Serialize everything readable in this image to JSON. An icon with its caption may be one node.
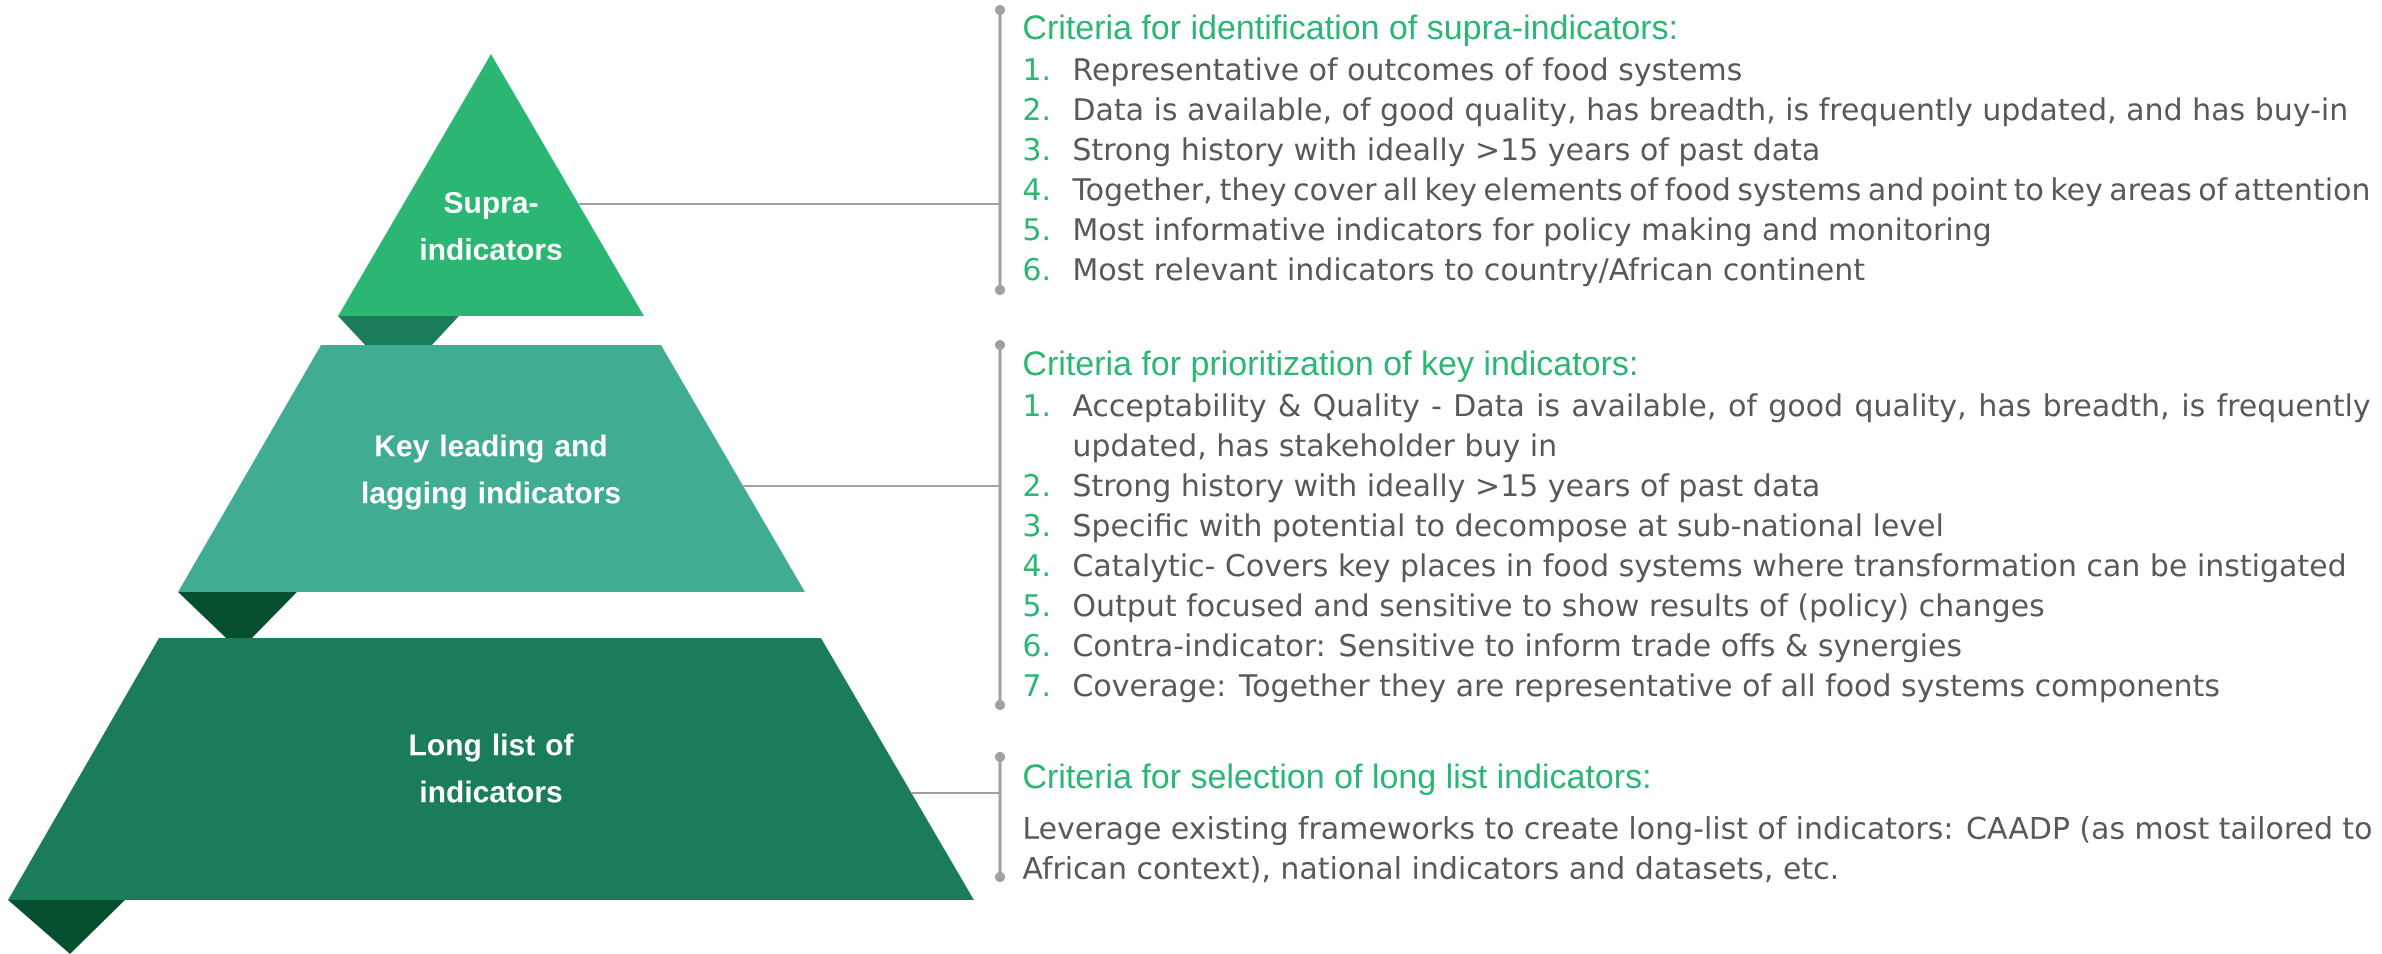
{
  "diagram": {
    "nodes": [
      {
        "text": [
          "Supra- indicators"
        ]
      },
      {
        "text": [
          "Key leading and lagging indicators"
        ]
      },
      {
        "text": [
          "Long list of indicators"
        ]
      },
      {
        "text": [
          "Criteria for identification of supra-indicators:",
          "1.",
          "Representative of outcomes of food systems",
          "2.",
          "Data is available, of good quality, has breadth, is frequently updated, and has buy-in",
          "3.",
          "Strong history with ideally >15 years of past data",
          "4.",
          "Together, they cover all key elements of food systems and point to key areas of attention",
          "5.",
          "Most informative indicators for policy making and monitoring",
          "6.",
          "Most relevant indicators to country/African continent"
        ]
      },
      {
        "text": [
          "Criteria for prioritization of key indicators:",
          "1.",
          "Acceptability & Quality - Data is available, of good quality, has breadth, is frequently updated, has stakeholder buy in",
          "2.",
          "Strong history with ideally >15 years of past data",
          "3.",
          "Specific with potential to decompose at sub-national level",
          "4.",
          "Catalytic- Covers key places in food systems where transformation can be instigated",
          "5.",
          "Output focused and sensitive to show results of (policy) changes",
          "6.",
          "Contra-indicator: Sensitive to inform trade offs & synergies",
          "7.",
          "Coverage: Together they are representative of all food systems components"
        ]
      },
      {
        "text": [
          "Criteria for selection of long list indicators:",
          "Leverage existing frameworks to create long-list of indicators: CAADP (as most tailored to African context), national indicators and datasets, etc."
        ]
      }
    ],
    "edges": [
      {
        "from": 0,
        "to": 3,
        "arrow": "none"
      },
      {
        "from": 1,
        "to": 4,
        "arrow": "none"
      },
      {
        "from": 2,
        "to": 5,
        "arrow": "none"
      }
    ]
  }
}
